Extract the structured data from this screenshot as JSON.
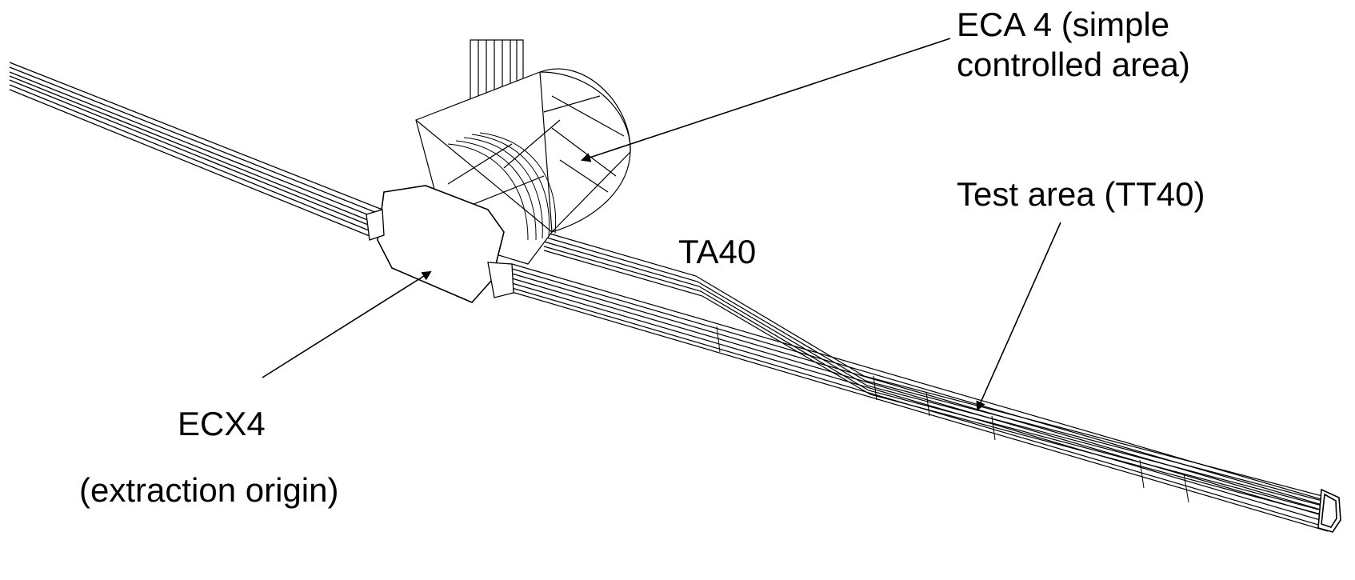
{
  "labels": {
    "eca4_line1": "ECA 4 (simple",
    "eca4_line2": "controlled area)",
    "tt40": "Test area (TT40)",
    "ta40": "TA40",
    "ecx4": "ECX4",
    "ecx4_sub": "(extraction origin)"
  },
  "colors": {
    "stroke": "#000000",
    "background": "#ffffff",
    "face": "#ffffff"
  }
}
